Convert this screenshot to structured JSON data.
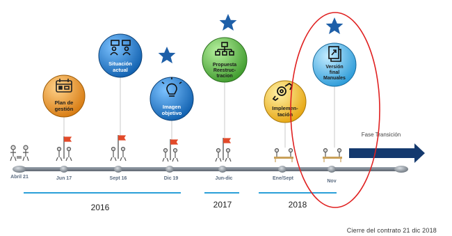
{
  "milestones": [
    {
      "id": "plan",
      "lines": [
        "Plan de",
        "gestión"
      ],
      "color": "#f29a1e",
      "icon": "calendar-icon"
    },
    {
      "id": "situacion",
      "lines": [
        "Situación",
        "actual"
      ],
      "color": "#1b7ad0",
      "icon": "meeting-icon"
    },
    {
      "id": "imagen",
      "lines": [
        "Imagen",
        "objetivo"
      ],
      "color": "#1b7ad0",
      "icon": "lightbulb-icon"
    },
    {
      "id": "propuesta",
      "lines": [
        "Propuesta",
        "Reestruc-",
        "tracion"
      ],
      "color": "#56b947",
      "icon": "org-chart-icon"
    },
    {
      "id": "implementacion",
      "lines": [
        "Implemen-",
        "tación"
      ],
      "color": "#f7c41e",
      "icon": "gears-icon"
    },
    {
      "id": "version",
      "lines": [
        "Versión",
        "final",
        "Manuales"
      ],
      "color": "#3eb4ea",
      "icon": "document-icon"
    }
  ],
  "timeline": {
    "dates": [
      "Abril 21",
      "Jun 17",
      "Sept 16",
      "Dic 19",
      "Jun-dic",
      "Ene/Sept",
      "Nov"
    ],
    "years": [
      "2016",
      "2017",
      "2018"
    ]
  },
  "phase_label": "Fase Transición",
  "footer": "Cierre del contrato 21 dic 2018",
  "colors": {
    "accent_star": "#1e5fa8",
    "arrow": "#14396e",
    "highlight_ellipse": "#e02020",
    "year_bar": "#2a9fd8"
  }
}
